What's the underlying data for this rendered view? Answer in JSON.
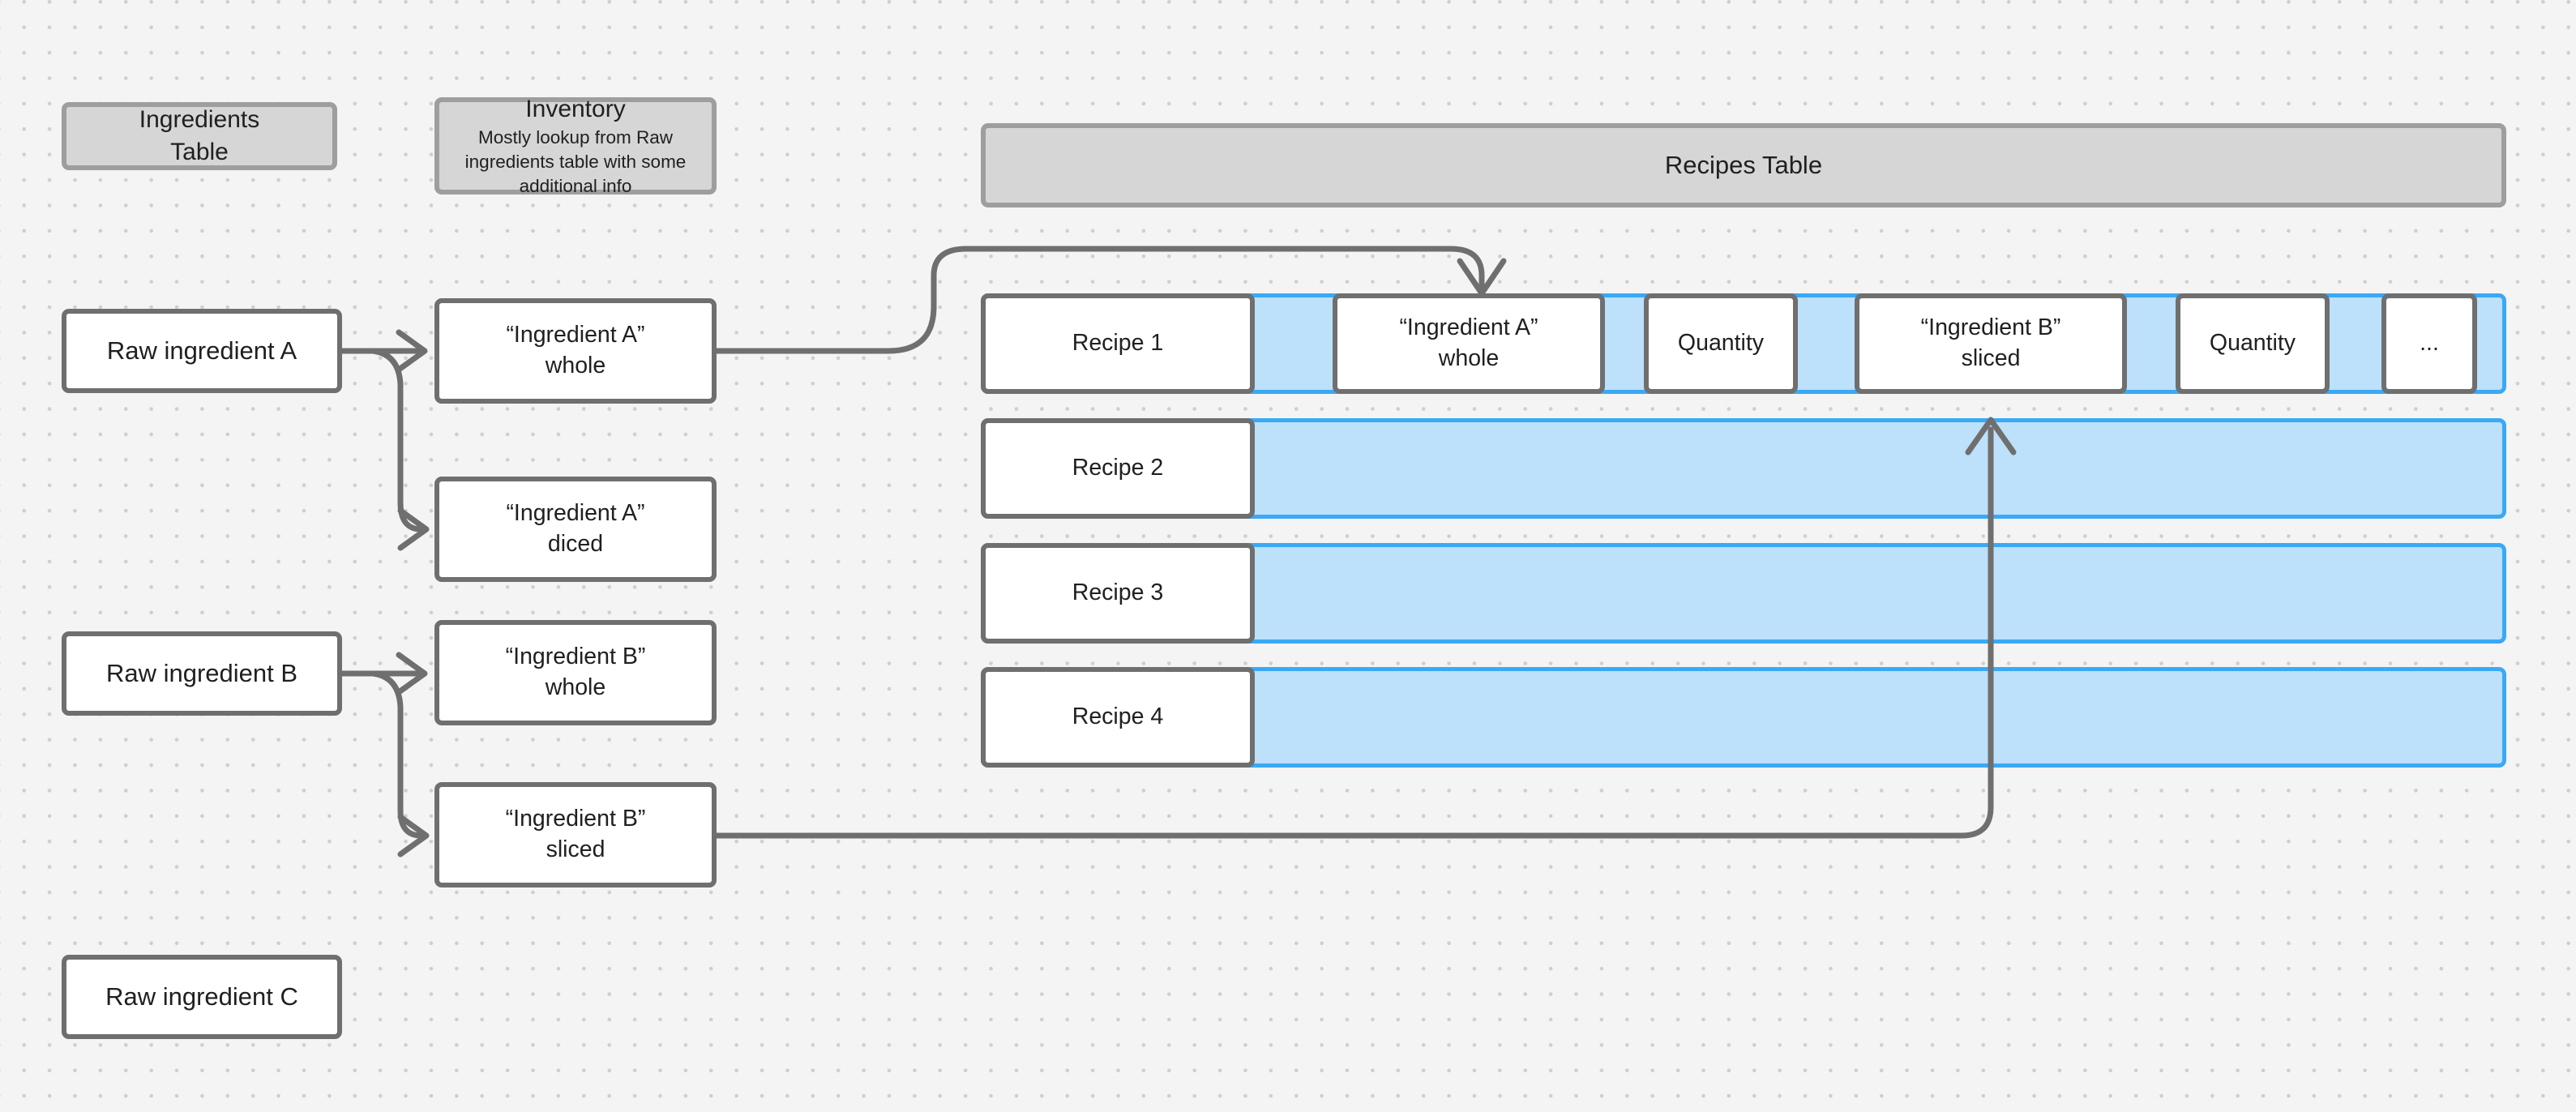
{
  "diagram": {
    "title": "Ingredients / Inventory / Recipes data model",
    "background": {
      "color": "#f4f4f4",
      "dot_color": "#cfcfcf"
    },
    "colors": {
      "node_border": "#6f6f6f",
      "node_fill": "#ffffff",
      "header_fill": "#d6d6d6",
      "header_border": "#9e9e9e",
      "row_fill": "#bde0fb",
      "row_border": "#3aa9f5",
      "connector": "#6f6f6f"
    }
  },
  "headers": {
    "ingredients_table": {
      "line1": "Ingredients",
      "line2": "Table"
    },
    "inventory": {
      "title": "Inventory",
      "desc_line1": "Mostly lookup from Raw",
      "desc_line2": "ingredients table with some",
      "desc_line3": "additional info"
    },
    "recipes_table": {
      "title": "Recipes Table"
    }
  },
  "raw_ingredients": [
    {
      "label": "Raw ingredient A"
    },
    {
      "label": "Raw ingredient B"
    },
    {
      "label": "Raw ingredient C"
    }
  ],
  "inventory_items": [
    {
      "line1": "“Ingredient A”",
      "line2": "whole"
    },
    {
      "line1": "“Ingredient A”",
      "line2": "diced"
    },
    {
      "line1": "“Ingredient B”",
      "line2": "whole"
    },
    {
      "line1": "“Ingredient B”",
      "line2": "sliced"
    }
  ],
  "recipes": [
    {
      "name": "Recipe 1",
      "expanded": true,
      "cells": [
        {
          "line1": "“Ingredient A”",
          "line2": "whole"
        },
        {
          "line1": "Quantity",
          "line2": ""
        },
        {
          "line1": "“Ingredient B”",
          "line2": "sliced"
        },
        {
          "line1": "Quantity",
          "line2": ""
        },
        {
          "line1": "...",
          "line2": ""
        }
      ]
    },
    {
      "name": "Recipe 2",
      "expanded": false,
      "cells": []
    },
    {
      "name": "Recipe 3",
      "expanded": false,
      "cells": []
    },
    {
      "name": "Recipe 4",
      "expanded": false,
      "cells": []
    }
  ]
}
